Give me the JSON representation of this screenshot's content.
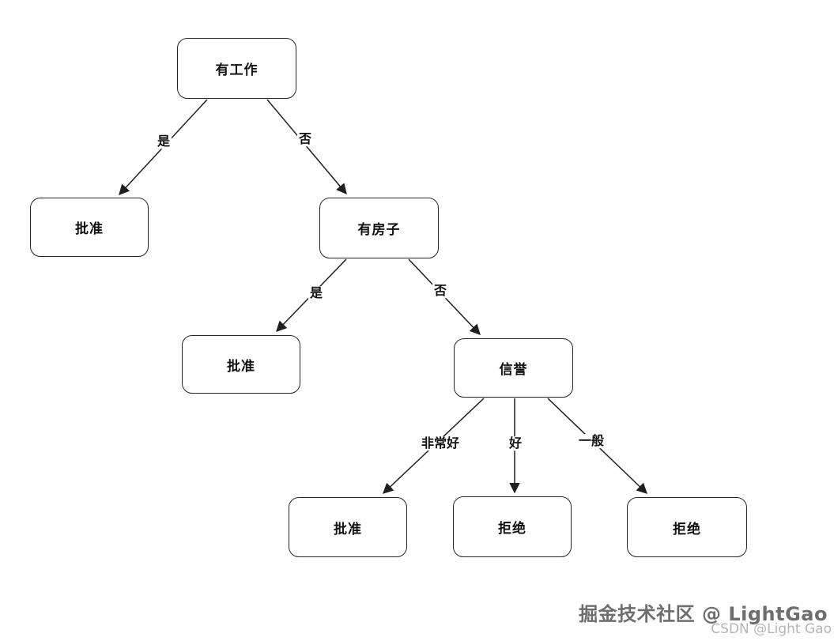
{
  "diagram": {
    "type": "decision-tree",
    "nodes": [
      {
        "id": "n1",
        "label": "有工作"
      },
      {
        "id": "n2",
        "label": "批准"
      },
      {
        "id": "n3",
        "label": "有房子"
      },
      {
        "id": "n4",
        "label": "批准"
      },
      {
        "id": "n5",
        "label": "信誉"
      },
      {
        "id": "n6",
        "label": "批准"
      },
      {
        "id": "n7",
        "label": "拒绝"
      },
      {
        "id": "n8",
        "label": "拒绝"
      }
    ],
    "edges": [
      {
        "from": "n1",
        "to": "n2",
        "label": "是"
      },
      {
        "from": "n1",
        "to": "n3",
        "label": "否"
      },
      {
        "from": "n3",
        "to": "n4",
        "label": "是"
      },
      {
        "from": "n3",
        "to": "n5",
        "label": "否"
      },
      {
        "from": "n5",
        "to": "n6",
        "label": "非常好"
      },
      {
        "from": "n5",
        "to": "n7",
        "label": "好"
      },
      {
        "from": "n5",
        "to": "n8",
        "label": "一般"
      }
    ]
  },
  "colors": {
    "node_border": "#262626",
    "edge_stroke": "#1f1f1f",
    "node_text": "#111111",
    "watermark_primary": "#6e6e6e",
    "watermark_secondary": "#b6b6b6",
    "background": "#fefefe"
  },
  "watermark": {
    "line1": "掘金技术社区 @ LightGao",
    "line2": "CSDN @Light Gao"
  }
}
